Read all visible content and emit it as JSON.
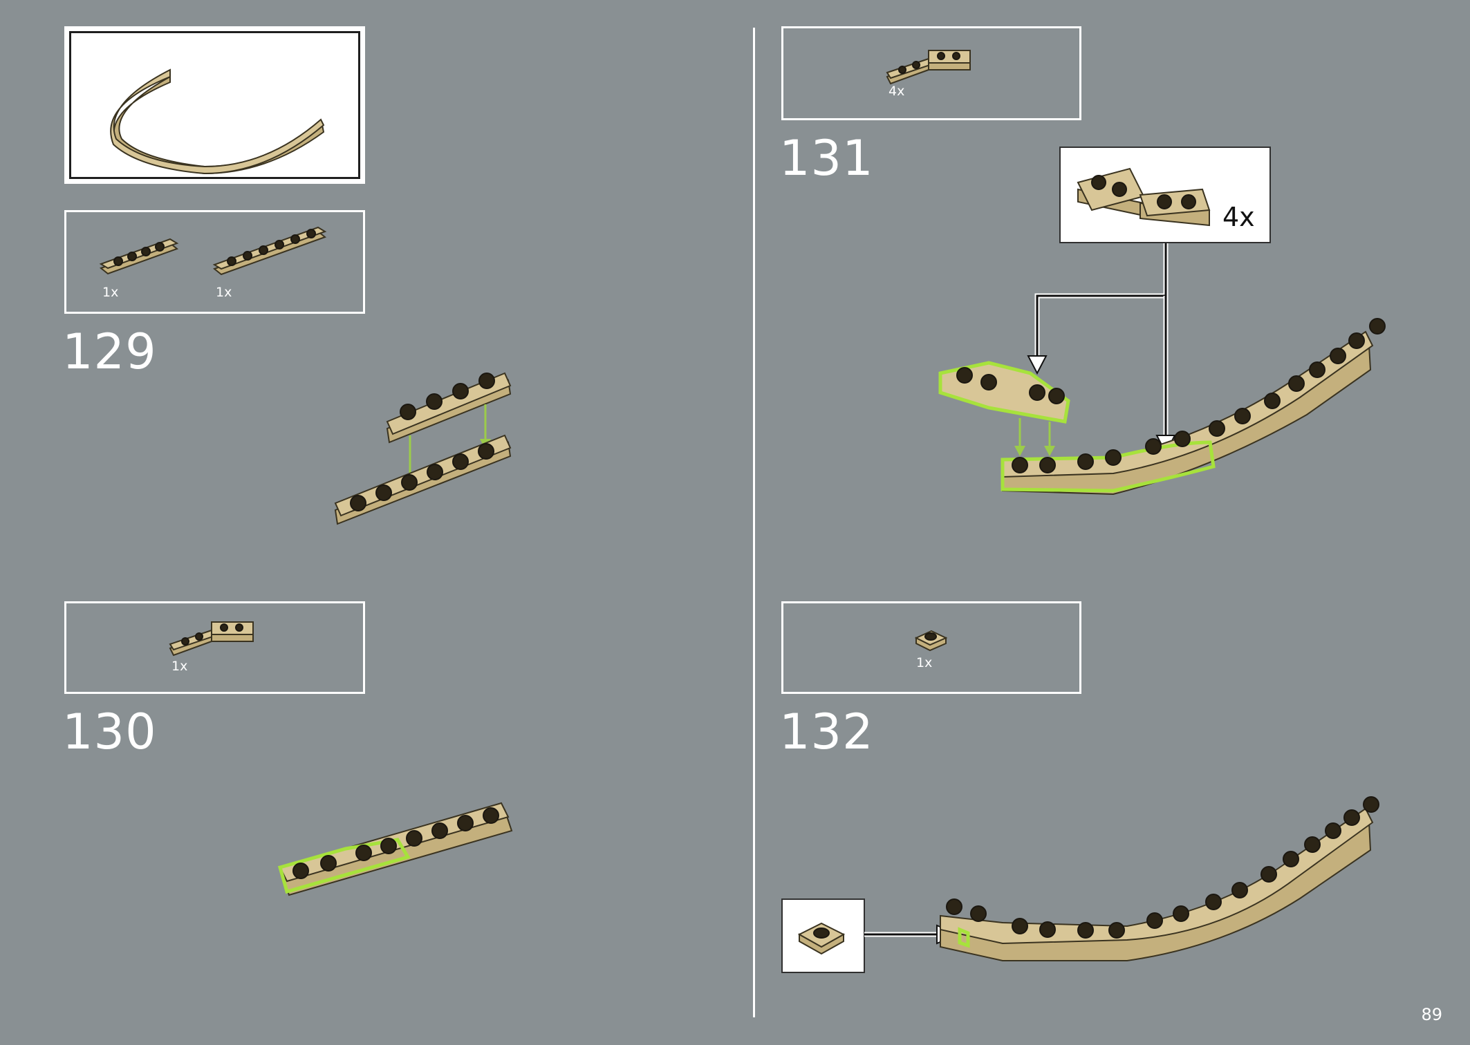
{
  "page": {
    "number": "89"
  },
  "steps": [
    {
      "number": "129",
      "parts": [
        {
          "qty": "1x"
        },
        {
          "qty": "1x"
        }
      ]
    },
    {
      "number": "130",
      "parts": [
        {
          "qty": "1x"
        }
      ]
    },
    {
      "number": "131",
      "parts": [
        {
          "qty": "4x"
        }
      ],
      "callout_qty": "4x"
    },
    {
      "number": "132",
      "parts": [
        {
          "qty": "1x"
        }
      ]
    }
  ],
  "colors": {
    "background": "#899093",
    "brick": "#d8c697",
    "highlight": "#a7e23c",
    "frame": "#ffffff"
  }
}
